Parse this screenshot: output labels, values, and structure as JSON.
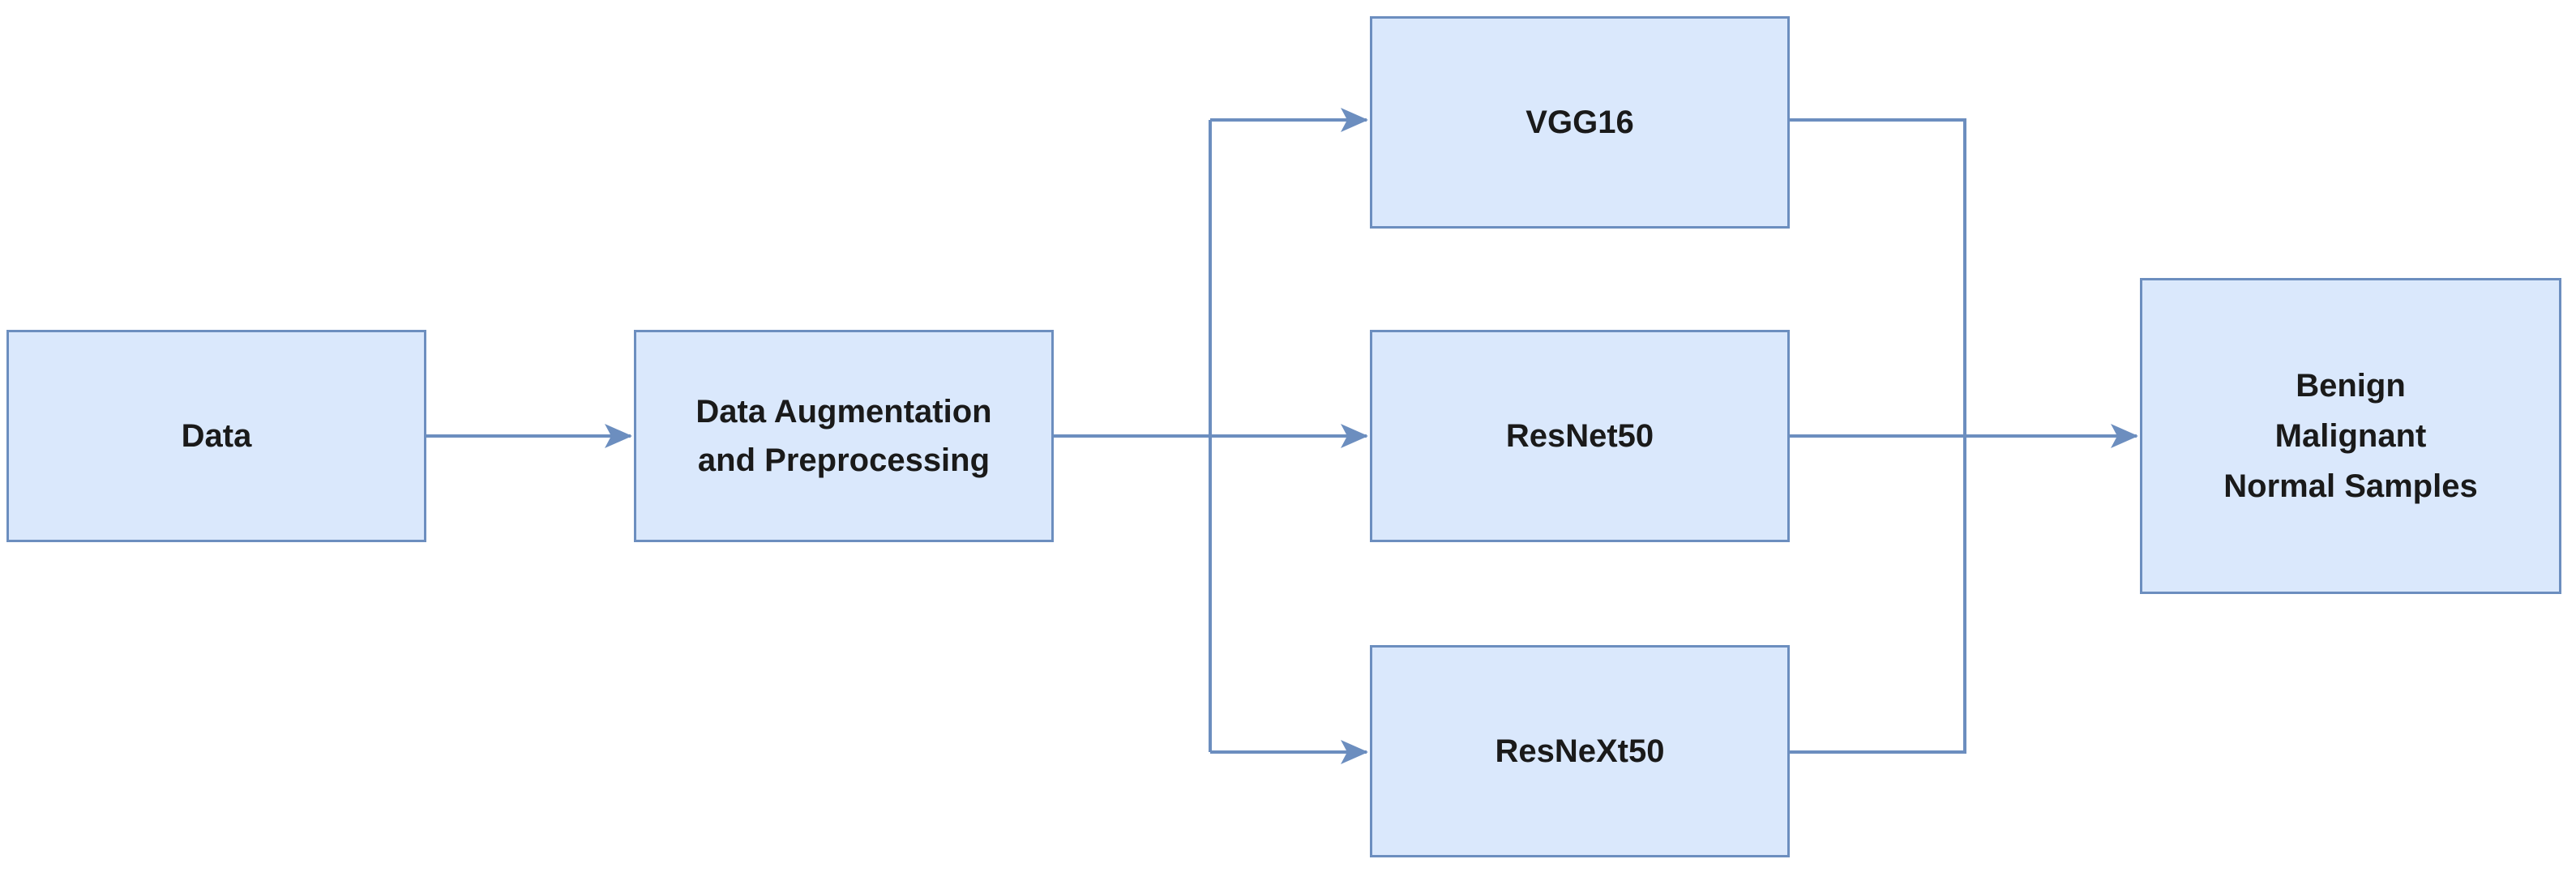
{
  "diagram": {
    "nodes": {
      "data": {
        "label": "Data"
      },
      "augment": {
        "label": "Data Augmentation\nand Preprocessing"
      },
      "vgg16": {
        "label": "VGG16"
      },
      "resnet50": {
        "label": "ResNet50"
      },
      "resnext50": {
        "label": "ResNeXt50"
      },
      "output": {
        "label": "Benign\nMalignant\nNormal Samples"
      }
    },
    "edges": [
      {
        "from": "data",
        "to": "augment"
      },
      {
        "from": "augment",
        "to": "vgg16"
      },
      {
        "from": "augment",
        "to": "resnet50"
      },
      {
        "from": "augment",
        "to": "resnext50"
      },
      {
        "from": "vgg16",
        "to": "output"
      },
      {
        "from": "resnet50",
        "to": "output"
      },
      {
        "from": "resnext50",
        "to": "output"
      }
    ],
    "colors": {
      "node_fill": "#dae8fc",
      "node_border": "#6c8ebf",
      "connector": "#6c8ebf"
    }
  }
}
